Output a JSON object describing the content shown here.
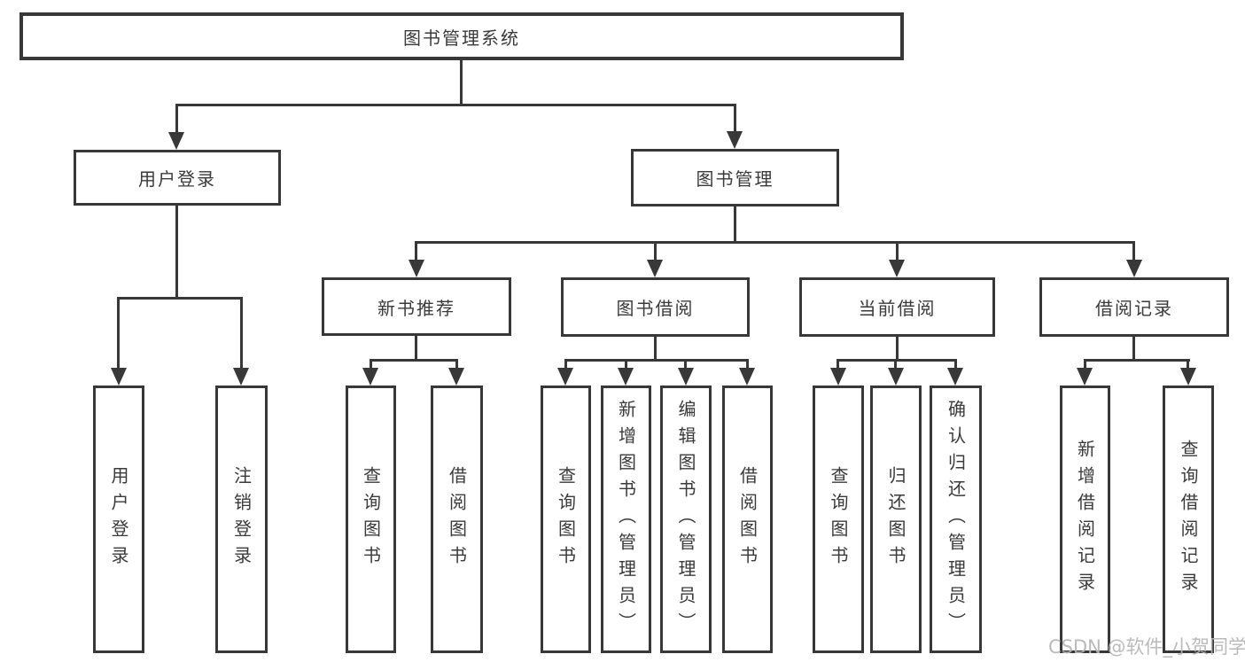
{
  "root": {
    "label": "图书管理系统"
  },
  "level2": {
    "user_login": {
      "label": "用户登录"
    },
    "book_mgmt": {
      "label": "图书管理"
    }
  },
  "level3": {
    "new_books": {
      "label": "新书推荐"
    },
    "book_borrow": {
      "label": "图书借阅"
    },
    "current_borrow": {
      "label": "当前借阅"
    },
    "borrow_records": {
      "label": "借阅记录"
    }
  },
  "leaves": {
    "user_login": {
      "label": "用户登录"
    },
    "logout": {
      "label": "注销登录"
    },
    "nb_query": {
      "label": "查询图书"
    },
    "nb_borrow": {
      "label": "借阅图书"
    },
    "bb_query": {
      "label": "查询图书"
    },
    "bb_add": {
      "label": "新增图书（管理员）"
    },
    "bb_edit": {
      "label": "编辑图书（管理员）"
    },
    "bb_borrow": {
      "label": "借阅图书"
    },
    "cb_query": {
      "label": "查询图书"
    },
    "cb_return": {
      "label": "归还图书"
    },
    "cb_confirm": {
      "label": "确认归还（管理员）"
    },
    "br_add": {
      "label": "新增借阅记录"
    },
    "br_query": {
      "label": "查询借阅记录"
    }
  },
  "watermark": {
    "text": "CSDN @软件_小贺同学"
  },
  "colors": {
    "line": "#383838",
    "text": "#3a3a3a",
    "watermark": "#b5b5b5",
    "background": "#ffffff"
  }
}
